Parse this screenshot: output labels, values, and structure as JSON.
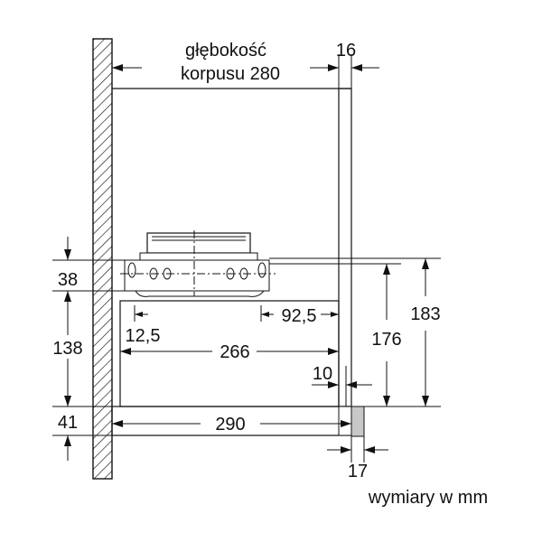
{
  "diagram": {
    "labels": {
      "depth_line1": "głębokość",
      "depth_line2": "korpusu 280",
      "dim_16": "16",
      "dim_38": "38",
      "dim_92_5": "92,5",
      "dim_183": "183",
      "dim_12_5": "12,5",
      "dim_138": "138",
      "dim_176": "176",
      "dim_266": "266",
      "dim_10": "10",
      "dim_41": "41",
      "dim_290": "290",
      "dim_17": "17",
      "units_note": "wymiary w mm"
    }
  }
}
